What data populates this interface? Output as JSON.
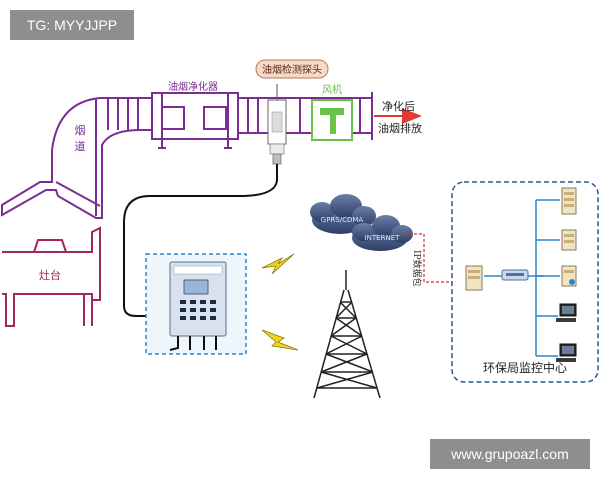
{
  "watermark_top": "TG: MYYJJPP",
  "watermark_bottom": "www.grupoazl.com",
  "labels": {
    "purifier": "油烟净化器",
    "sensor_probe": "油烟检测探头",
    "fan": "风机",
    "after_purify_line1": "净化后",
    "after_purify_line2": "油烟排放",
    "flue": "烟道",
    "stove": "灶台",
    "cloud1": "GPRS/CDMA",
    "cloud2": "INTERNET",
    "ip_packet": "IP数据包",
    "monitoring_center": "环保局监控中心"
  },
  "colors": {
    "duct": "#7a2e93",
    "stove": "#a0285a",
    "fan": "#6ac24a",
    "arrow": "#e53935",
    "dashed": "#2a5a8a",
    "network": "#2e86c8",
    "probe_label_bg": "#f7d9c8"
  }
}
